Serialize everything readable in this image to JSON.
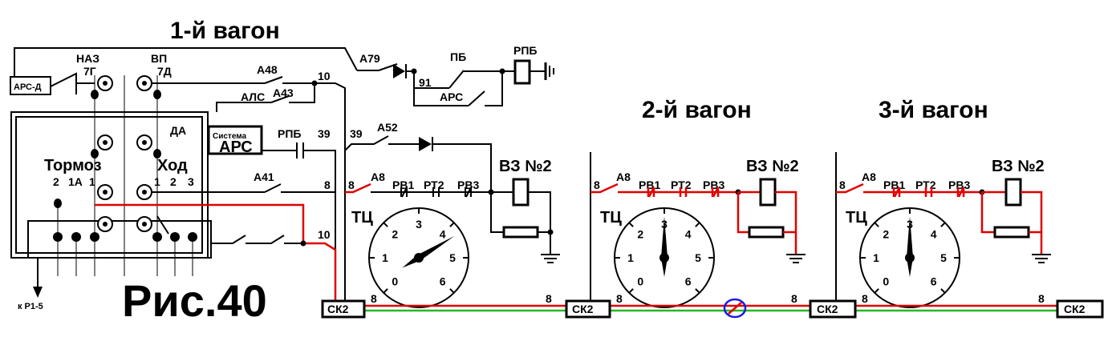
{
  "titles": {
    "car1": "1-й вагон",
    "car2": "2-й вагон",
    "car3": "3-й вагон",
    "figure": "Рис.40"
  },
  "left_panel": {
    "naz": "НАЗ",
    "naz_num": "7Г",
    "vp": "ВП",
    "vp_num": "7Д",
    "ars_d": "АРС-Д",
    "da": "ДА",
    "tormoz": "Тормоз",
    "khod": "Ход",
    "tormoz_positions": [
      "2",
      "1А",
      "1"
    ],
    "khod_positions": [
      "1",
      "2",
      "3"
    ],
    "to_r": "к Р1-5"
  },
  "car1": {
    "a48": "А48",
    "a43": "А43",
    "als": "АЛС",
    "system_top": "Система",
    "system_bottom": "АРС",
    "rpb_contact": "РПБ",
    "wire_39": "39",
    "wire_10a": "10",
    "wire_10b": "10",
    "a41": "А41",
    "wire_8": "8",
    "a79": "А79",
    "pb": "ПБ",
    "rpb": "РПБ",
    "wire_91": "91",
    "ars": "АРС",
    "wire_39b": "39",
    "a52": "А52",
    "a8": "А8",
    "rv1": "РВ1",
    "rt2": "РТ2",
    "rv3": "РВ3",
    "vz": "ВЗ №2",
    "tc": "ТЦ",
    "sk2": "СК2",
    "wire_8_in": "8",
    "wire_8_out": "8"
  },
  "car2": {
    "a8": "А8",
    "rv1": "РВ1",
    "rt2": "РТ2",
    "rv3": "РВ3",
    "vz": "ВЗ №2",
    "tc": "ТЦ",
    "sk2": "СК2",
    "wire_8_branch": "8",
    "wire_8_in": "8",
    "wire_8_out": "8"
  },
  "car3": {
    "a8": "А8",
    "rv1": "РВ1",
    "rt2": "РТ2",
    "rv3": "РВ3",
    "vz": "ВЗ №2",
    "tc": "ТЦ",
    "sk2": "СК2",
    "wire_8_branch": "8",
    "wire_8_in": "8",
    "wire_8_out": "8"
  },
  "gauges": {
    "ticks": [
      "0",
      "1",
      "2",
      "3",
      "4",
      "5",
      "6"
    ],
    "car1_value": 4.3,
    "car2_value": 3,
    "car3_value": 3
  },
  "colors": {
    "active_wire": "#e00000",
    "ground_wire": "#22bb22",
    "fault_marker": "#1a1ae6"
  }
}
